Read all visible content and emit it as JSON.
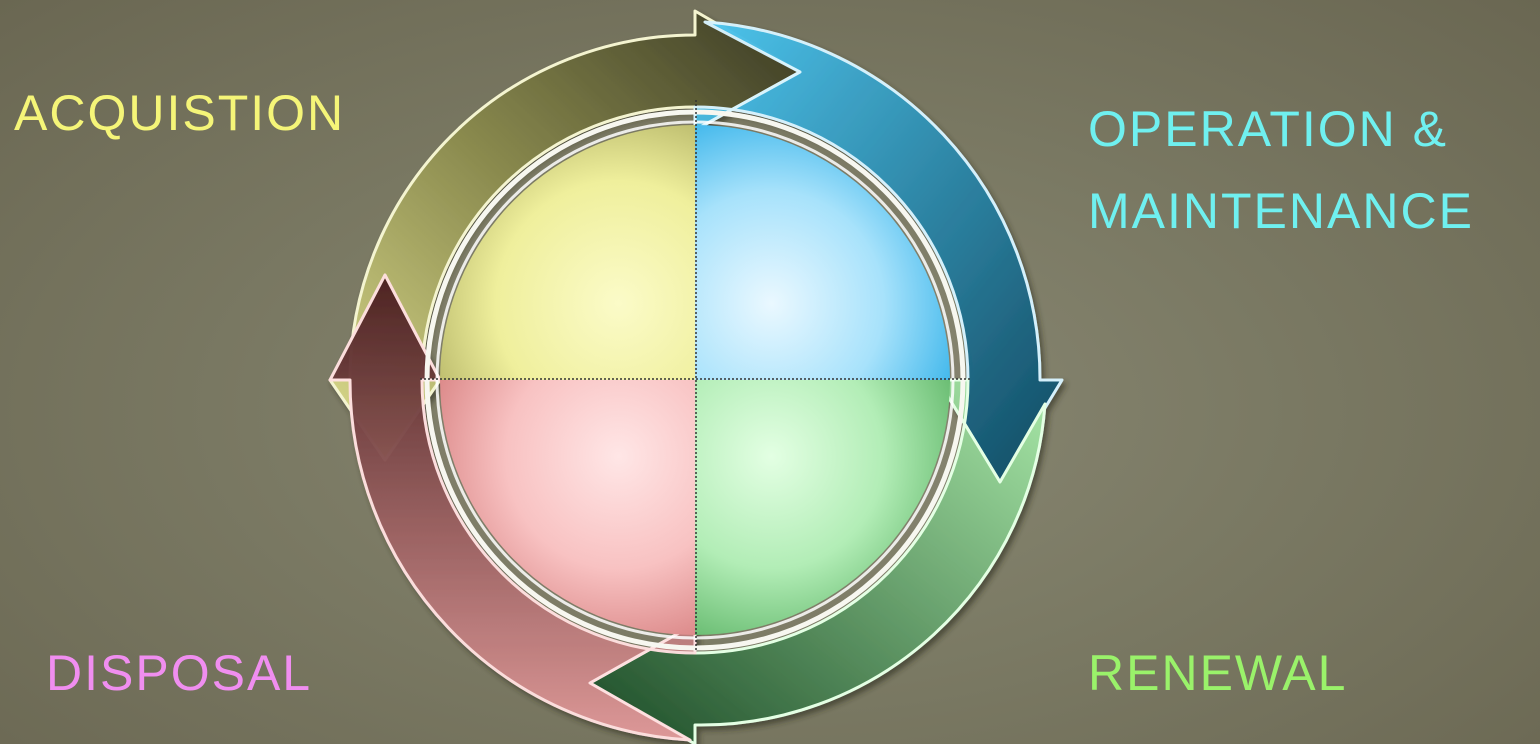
{
  "labels": {
    "acquisition": "ACQUISTION",
    "operation_line1": "OPERATION &",
    "operation_line2": "MAINTENANCE",
    "disposal": "DISPOSAL",
    "renewal": "RENEWAL"
  },
  "colors": {
    "acquisition": "#f5f578",
    "operation": "#6ff0f0",
    "disposal": "#f08ef0",
    "renewal": "#9af26a"
  }
}
